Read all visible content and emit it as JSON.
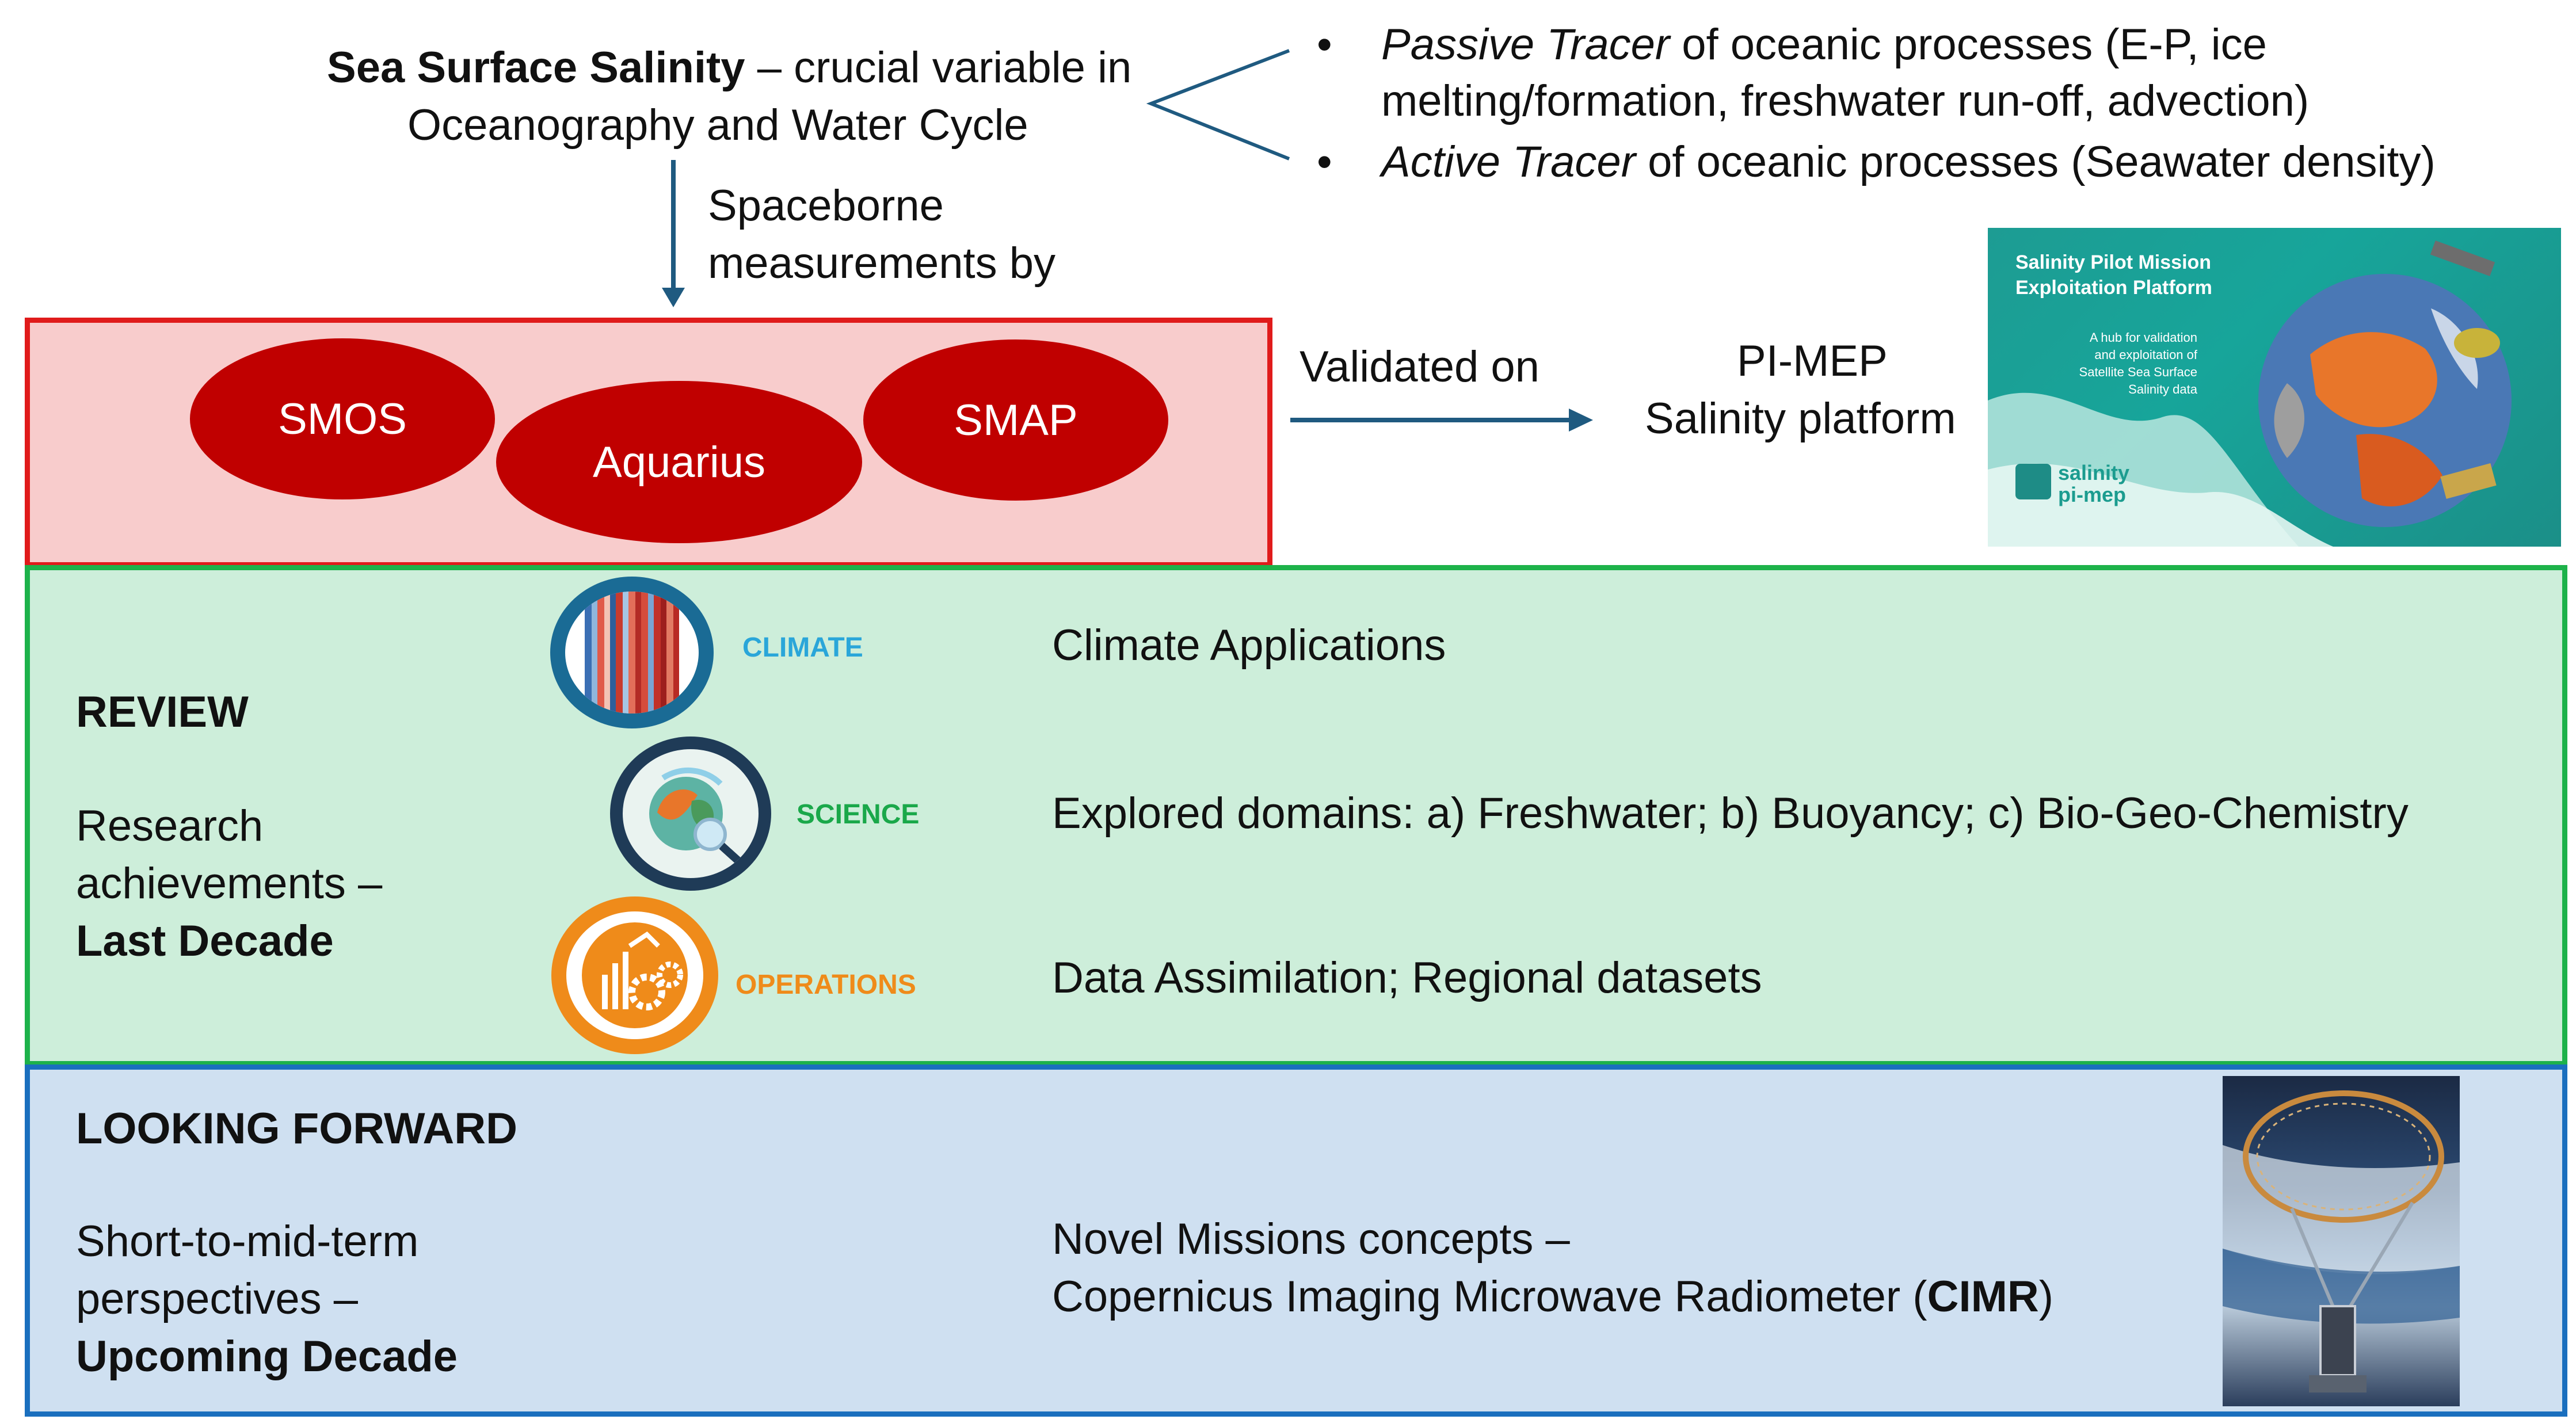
{
  "header": {
    "sss_bold": "Sea Surface Salinity",
    "sss_rest": " – crucial variable in",
    "sss_line2": "Oceanography and Water Cycle",
    "spaceborne_line1": "Spaceborne",
    "spaceborne_line2": "measurements by"
  },
  "tracers": {
    "bullet": "•",
    "passive_italic": "Passive Tracer",
    "passive_rest": " of oceanic processes (E-P, ice",
    "passive_line2": "melting/formation, freshwater run-off, advection)",
    "active_italic": "Active Tracer",
    "active_rest": " of oceanic processes (Seawater density)"
  },
  "missions": {
    "smos": "SMOS",
    "aquarius": "Aquarius",
    "smap": "SMAP"
  },
  "validation": {
    "label": "Validated on",
    "platform_line1": "PI-MEP",
    "platform_line2": "Salinity platform"
  },
  "pimep_image": {
    "title_line1": "Salinity Pilot Mission",
    "title_line2": "Exploitation Platform",
    "desc_line1": "A hub for validation",
    "desc_line2": "and exploitation of",
    "desc_line3": "Satellite Sea Surface",
    "desc_line4": "Salinity data",
    "logo_line1": "salinity",
    "logo_line2": "pi-mep"
  },
  "review": {
    "heading": "REVIEW",
    "line1": "Research",
    "line2": "achievements –",
    "line3": "Last Decade",
    "climate_tag": "CLIMATE",
    "science_tag": "SCIENCE",
    "operations_tag": "OPERATIONS",
    "climate_text": "Climate Applications",
    "science_text": "Explored domains: a) Freshwater; b) Buoyancy; c) Bio-Geo-Chemistry",
    "operations_text": "Data Assimilation; Regional datasets"
  },
  "forward": {
    "heading": "LOOKING FORWARD",
    "line1": "Short-to-mid-term",
    "line2": "perspectives –",
    "line3": "Upcoming Decade",
    "novel_line1": "Novel Missions concepts –",
    "novel_line2_pre": "Copernicus Imaging Microwave Radiometer (",
    "novel_line2_bold": "CIMR",
    "novel_line2_post": ")"
  },
  "colors": {
    "red_border": "#e01b1b",
    "green_border": "#1db24a",
    "blue_border": "#1a6fbe",
    "ellipse": "#c00000",
    "arrow": "#1f5a80",
    "climate": "#2aa6d9",
    "science": "#1aa84a",
    "operations": "#ef8b1a"
  }
}
